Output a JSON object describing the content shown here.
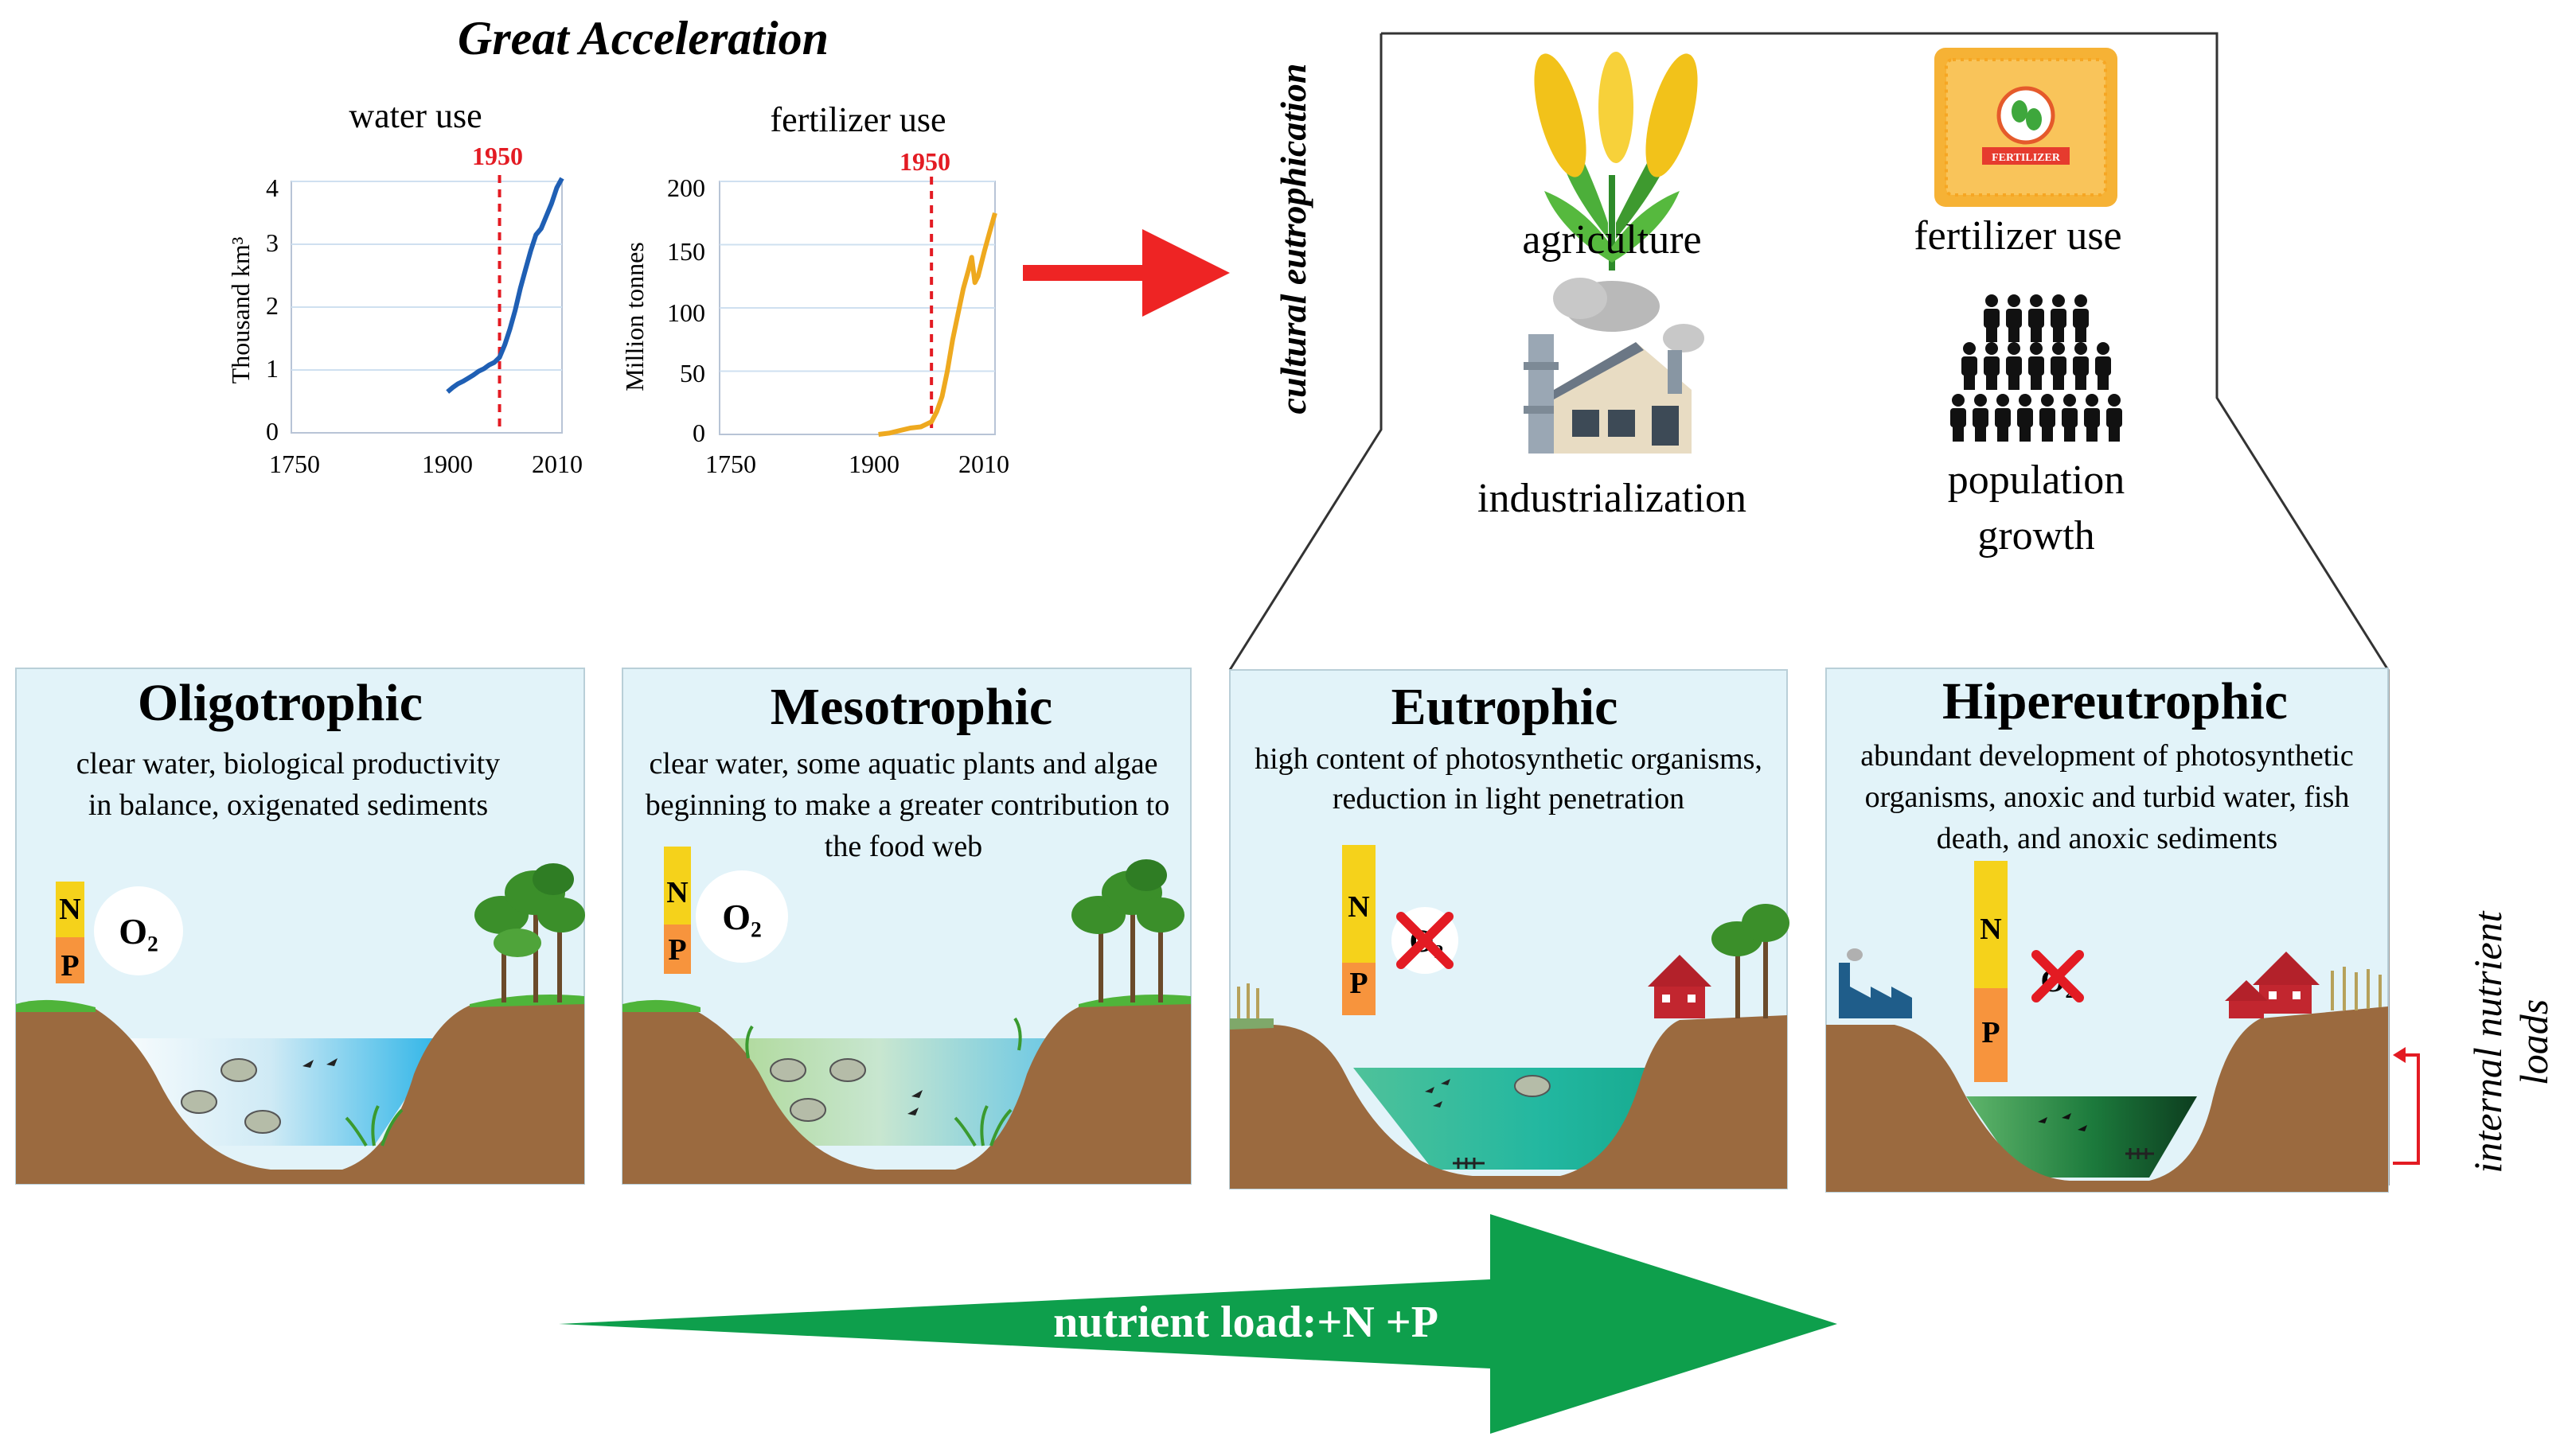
{
  "figure_title": "Great Acceleration",
  "charts": {
    "water": {
      "title": "water use",
      "ylabel": "Thousand km³",
      "marker_label": "1950",
      "color": "#1f5fb4",
      "xticks": [
        "1750",
        "1900",
        "2010"
      ],
      "yticks": [
        "0",
        "1",
        "2",
        "3",
        "4"
      ]
    },
    "fert": {
      "title": "fertilizer use",
      "ylabel": "Million tonnes",
      "marker_label": "1950",
      "color": "#eea91f",
      "xticks": [
        "1750",
        "1900",
        "2010"
      ],
      "yticks": [
        "0",
        "50",
        "100",
        "150",
        "200"
      ]
    }
  },
  "chart_data": [
    {
      "type": "line",
      "title": "water use",
      "xlabel": "",
      "ylabel": "Thousand km³",
      "xlim": [
        1750,
        2010
      ],
      "ylim": [
        0,
        4
      ],
      "grid": true,
      "annotation": {
        "x": 1950,
        "label": "1950",
        "style": "dashed-red"
      },
      "series": [
        {
          "x": [
            1900,
            1905,
            1910,
            1915,
            1920,
            1925,
            1930,
            1935,
            1940,
            1945,
            1950,
            1955,
            1960,
            1965,
            1970,
            1975,
            1980,
            1985,
            1990,
            1995,
            2000,
            2005,
            2010
          ],
          "y": [
            0.65,
            0.72,
            0.78,
            0.82,
            0.87,
            0.92,
            0.98,
            1.02,
            1.08,
            1.12,
            1.2,
            1.4,
            1.65,
            1.95,
            2.3,
            2.6,
            2.9,
            3.15,
            3.25,
            3.45,
            3.65,
            3.9,
            4.05
          ]
        }
      ]
    },
    {
      "type": "line",
      "title": "fertilizer use",
      "xlabel": "",
      "ylabel": "Million tonnes",
      "xlim": [
        1750,
        2010
      ],
      "ylim": [
        0,
        200
      ],
      "grid": true,
      "annotation": {
        "x": 1950,
        "label": "1950",
        "style": "dashed-red"
      },
      "series": [
        {
          "x": [
            1900,
            1910,
            1920,
            1930,
            1940,
            1945,
            1950,
            1955,
            1960,
            1965,
            1970,
            1975,
            1980,
            1985,
            1988,
            1991,
            1994,
            1997,
            2000,
            2005,
            2010
          ],
          "y": [
            0,
            1,
            3,
            5,
            6,
            8,
            10,
            18,
            30,
            50,
            75,
            95,
            115,
            130,
            140,
            120,
            125,
            135,
            145,
            160,
            175
          ]
        }
      ]
    }
  ],
  "drivers": {
    "title": "cultural eutrophication",
    "items": [
      {
        "label": "agriculture"
      },
      {
        "label": "fertilizer use",
        "bag_text": "FERTILIZER"
      },
      {
        "label": "industrialization"
      },
      {
        "label_line1": "population",
        "label_line2": "growth"
      }
    ]
  },
  "panels": [
    {
      "title": "Oligotrophic",
      "desc": [
        "clear water, biological productivity",
        "in balance, oxigenated sediments"
      ]
    },
    {
      "title": "Mesotrophic",
      "desc": [
        "clear water, some aquatic plants and algae",
        "beginning to make a greater contribution to",
        "the food web"
      ]
    },
    {
      "title": "Eutrophic",
      "desc": [
        "high content of photosynthetic organisms,",
        "reduction in light penetration"
      ]
    },
    {
      "title": "Hipereutrophic",
      "desc": [
        "abundant development of photosynthetic",
        "organisms, anoxic and turbid water, fish",
        "death, and anoxic sediments"
      ]
    }
  ],
  "nutrients": {
    "n": "N",
    "p": "P",
    "o2": "O₂"
  },
  "side_label": {
    "line1": "internal nutrient",
    "line2": "loads"
  },
  "bottom_arrow": {
    "label": "nutrient load:+N +P",
    "color": "#0e9f4c"
  },
  "colors": {
    "sky": "#e2f3f9",
    "soil": "#9b6a3f",
    "grass": "#4fb43a",
    "red_arrow": "#ee2424"
  }
}
